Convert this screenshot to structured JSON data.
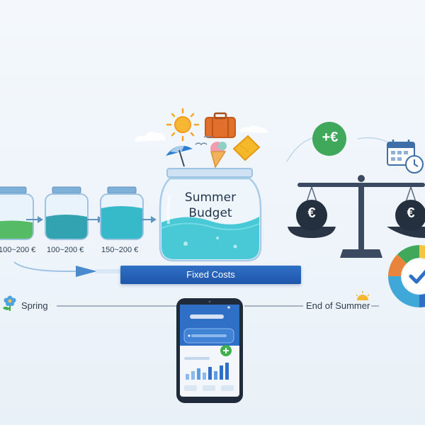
{
  "jars": [
    {
      "label": "100~200 €",
      "fill": 0.3,
      "color": "#3bb24a"
    },
    {
      "label": "100~200 €",
      "fill": 0.5,
      "color": "#1e9aa8"
    },
    {
      "label": "150~200 €",
      "fill": 0.7,
      "color": "#22b4c4"
    }
  ],
  "main_jar": {
    "line1": "Summer",
    "line2": "Budget"
  },
  "fixed_costs_label": "Fixed Costs",
  "timeline": {
    "start": "Spring",
    "end": "End of Summer"
  },
  "badges": {
    "plus_euro": "+€",
    "euro": "€"
  },
  "colors": {
    "accent_blue": "#1f56a8",
    "teal": "#22b4c4",
    "green": "#3bb24a"
  }
}
